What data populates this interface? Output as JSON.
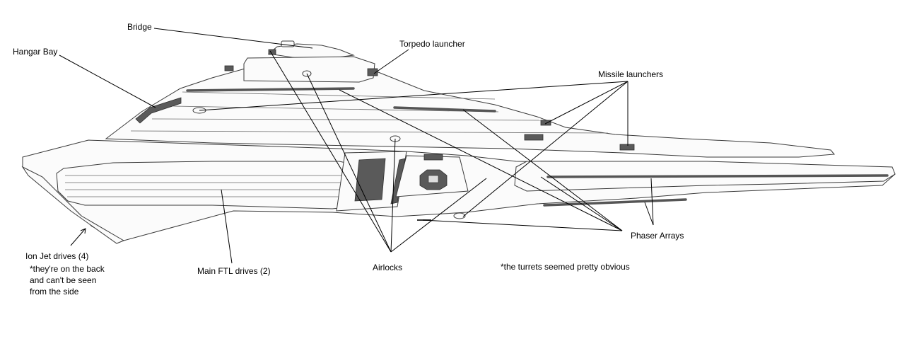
{
  "labels": {
    "bridge": "Bridge",
    "hangar_bay": "Hangar Bay",
    "torpedo_launcher": "Torpedo launcher",
    "missile_launchers": "Missile launchers",
    "phaser_arrays": "Phaser Arrays",
    "airlocks": "Airlocks",
    "main_ftl_drives": "Main FTL drives (2)",
    "ion_jet_drives": "Ion Jet drives (4)",
    "ion_jet_note_1": "*they're on the back",
    "ion_jet_note_2": "and can't be seen",
    "ion_jet_note_3": "from the side",
    "turrets_note": "*the turrets seemed pretty obvious"
  }
}
